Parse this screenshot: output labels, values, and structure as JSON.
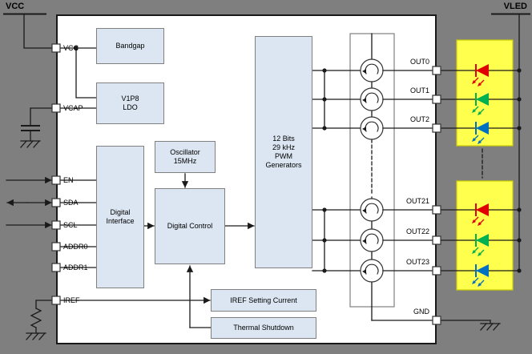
{
  "colors": {
    "background": "#7f7f7f",
    "chip_fill": "#ffffff",
    "chip_border": "#1a1a1a",
    "block_fill": "#dce6f2",
    "block_border": "#808080",
    "wire": "#1a1a1a",
    "led_box_fill": "#ffff4d",
    "led_box_border": "#cccc00",
    "led_red": "#e00000",
    "led_green": "#00b050",
    "led_blue": "#0070c0"
  },
  "rails": {
    "vcc": "VCC",
    "vled": "VLED"
  },
  "pins": {
    "left": [
      "VCC",
      "VCAP",
      "EN",
      "SDA",
      "SCL",
      "ADDR0",
      "ADDR1",
      "IREF"
    ],
    "right": [
      "OUT0",
      "OUT1",
      "OUT2",
      "OUT21",
      "OUT22",
      "OUT23",
      "GND"
    ]
  },
  "blocks": {
    "bandgap": {
      "lines": [
        "Bandgap"
      ]
    },
    "ldo": {
      "lines": [
        "V1P8",
        "LDO"
      ]
    },
    "oscillator": {
      "lines": [
        "Oscillator",
        "15MHz"
      ]
    },
    "digital_interface": {
      "lines": [
        "Digital",
        "Interface"
      ]
    },
    "digital_control": {
      "lines": [
        "Digital Control"
      ]
    },
    "pwm": {
      "lines": [
        "12 Bits",
        "29 kHz",
        "PWM",
        "Generators"
      ]
    },
    "iref_setting": {
      "lines": [
        "IREF Setting Current"
      ]
    },
    "thermal_shutdown": {
      "lines": [
        "Thermal Shutdown"
      ]
    }
  }
}
